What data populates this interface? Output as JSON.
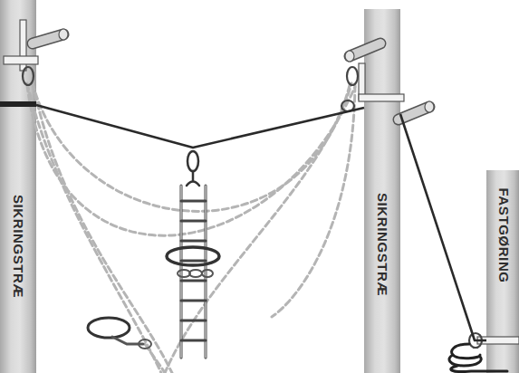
{
  "diagram": {
    "nodes": [
      {
        "text": [
          "SIKRINGSTRÆ"
        ]
      },
      {
        "text": [
          "SIKRINGSTRÆ"
        ]
      },
      {
        "text": [
          "FASTGØRING"
        ]
      }
    ],
    "edges": [
      {
        "from": 0,
        "to": 1,
        "arrow": "none"
      },
      {
        "from": 1,
        "to": 2,
        "arrow": "none"
      }
    ]
  }
}
